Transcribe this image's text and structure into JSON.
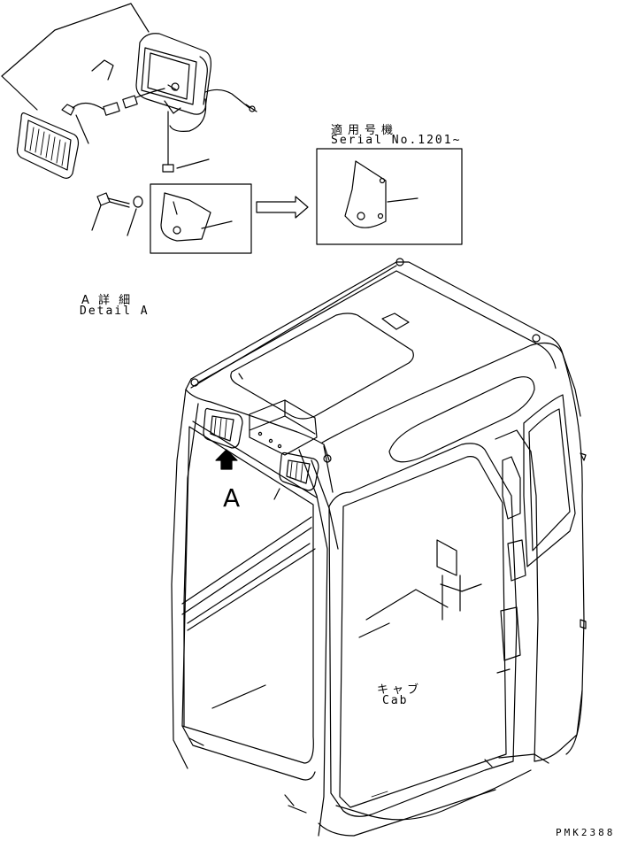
{
  "serial_note": {
    "jp": "適用号機",
    "en": "Serial No.1201~"
  },
  "detail_label": {
    "jp": "A 詳 細",
    "en": "Detail A"
  },
  "view_marker": "A",
  "cab_label": {
    "jp": "キャブ",
    "en": "Cab"
  },
  "drawing_code": "PMK2388"
}
